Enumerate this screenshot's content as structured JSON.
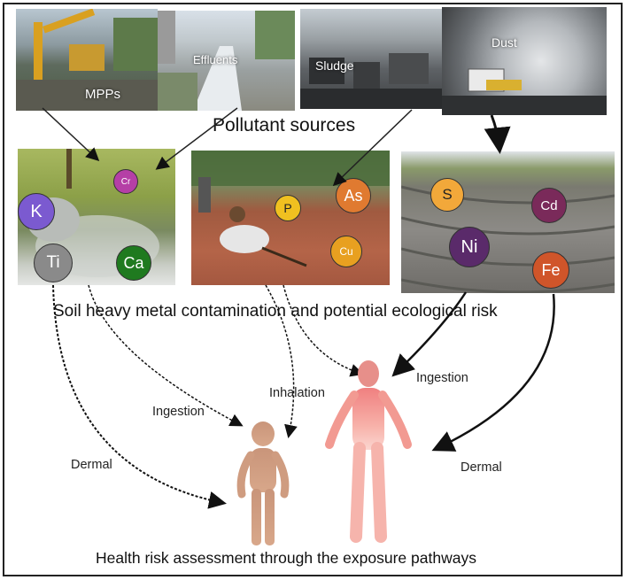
{
  "sources": {
    "mpps": "MPPs",
    "effluents": "Effluents",
    "sludge": "Sludge",
    "dust": "Dust"
  },
  "headings": {
    "pollutant_sources": "Pollutant sources",
    "soil_contamination": "Soil heavy metal contamination and potential ecological risk",
    "health_risk": "Health risk assessment through the exposure pathways"
  },
  "metals": {
    "cr": "Cr",
    "k": "K",
    "ti": "Ti",
    "ca": "Ca",
    "p": "P",
    "as": "As",
    "cu": "Cu",
    "s": "S",
    "cd": "Cd",
    "ni": "Ni",
    "fe": "Fe"
  },
  "metal_colors": {
    "cr": "#b53fa6",
    "k": "#7b5ad0",
    "ti": "#8a8a8a",
    "ca": "#1f7a1f",
    "p": "#f0c020",
    "as": "#e07a30",
    "cu": "#e8a020",
    "s": "#f2a83a",
    "cd": "#7a2a5a",
    "ni": "#5a2a6a",
    "fe": "#d0552a"
  },
  "pathways": {
    "ingestion_child": "Ingestion",
    "dermal_child": "Dermal",
    "inhalation": "Inhalation",
    "ingestion_adult": "Ingestion",
    "dermal_adult": "Dermal"
  }
}
